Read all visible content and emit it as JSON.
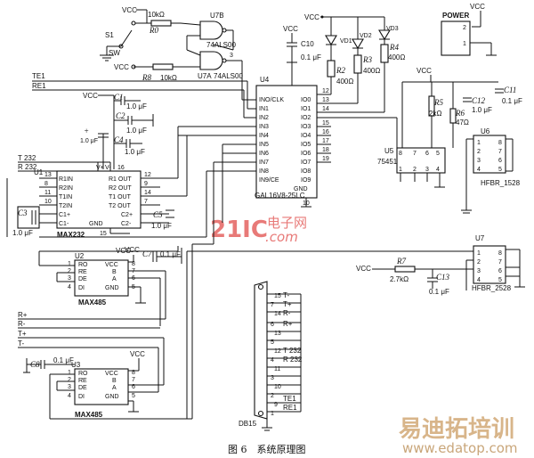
{
  "labels": {
    "vcc": "VCC",
    "gnd": "GND",
    "power": "POWER",
    "r0_val": "10kΩ",
    "r0": "R0",
    "r8": "R8",
    "r8_val": "10kΩ",
    "s1": "S1",
    "sw": "SW",
    "u7b": "U7B",
    "u7b_part": "74ALS00",
    "u7a": "U7A",
    "u7a_part": "74ALS00",
    "c10": "C10",
    "c10_val": "0.1 μF",
    "vd1": "VD1",
    "vd2": "VD2",
    "vd3": "VD3",
    "r2": "R2",
    "r2_val": "400Ω",
    "r3": "R3",
    "r3_val": "400Ω",
    "r4": "R4",
    "r4_val": "400Ω",
    "u4": "U4",
    "u4_part": "GAL16V8-25LC",
    "te1": "TE1",
    "re1": "RE1",
    "t232": "T 232",
    "r232": "R 232",
    "u1": "U1",
    "u1_part": "MAX232",
    "c1": "C1",
    "c2": "C2",
    "c3": "C3",
    "c4": "C4",
    "c5": "C5",
    "c_1uf": "1.0 μF",
    "r5": "R5",
    "r5_val": "2kΩ",
    "r6": "R6",
    "r6_val": "47Ω",
    "c11": "C11",
    "c11_val": "0.1 μF",
    "c12": "C12",
    "c12_val": "1.0 μF",
    "u5": "U5",
    "u5_part": "75451",
    "u6": "U6",
    "u6_part": "HFBR_1528",
    "u2": "U2",
    "u2_part": "MAX485",
    "u3": "U3",
    "u3_part": "MAX485",
    "c7": "C7",
    "c7_val": "0.1 μF",
    "c8": "C8",
    "c8_val": "0.1 μF",
    "u7": "U7",
    "u7_part": "HFBR_2528",
    "r7": "R7",
    "r7_val": "2.7kΩ",
    "c13": "C13",
    "c13_val": "0.1 μF",
    "db15": "DB15",
    "r_plus": "R+",
    "r_minus": "R-",
    "t_plus": "T+",
    "t_minus": "T-"
  },
  "u4_pins_left": [
    "INO/CLK",
    "IN1",
    "IN2",
    "IN3",
    "IN4",
    "IN5",
    "IN6",
    "IN7",
    "IN8",
    "IN9/CE"
  ],
  "u4_pins_right": [
    "IO0",
    "IO1",
    "IO2",
    "IO3",
    "IO4",
    "IO5",
    "IO6",
    "IO7",
    "IO8",
    "IO9"
  ],
  "u4_pin_numbers": [
    "12",
    "13",
    "14",
    "15",
    "16",
    "17",
    "18",
    "19"
  ],
  "u1_pins_left": [
    "R1IN",
    "R2IN",
    "T1IN",
    "T2IN",
    "C1+",
    "C1-"
  ],
  "u1_pins_right": [
    "R1 OUT",
    "R2 OUT",
    "T1 OUT",
    "T2 OUT",
    "C2+",
    "C2-"
  ],
  "max485_pins_left": [
    "RO",
    "RE",
    "DE",
    "DI"
  ],
  "max485_pins_right": [
    "VCC",
    "B",
    "A",
    "GND"
  ],
  "db15_pins": [
    {
      "num": "15",
      "label": "T-"
    },
    {
      "num": "7",
      "label": "T+"
    },
    {
      "num": "14",
      "label": "R-"
    },
    {
      "num": "6",
      "label": "R+"
    },
    {
      "num": "13",
      "label": ""
    },
    {
      "num": "5",
      "label": ""
    },
    {
      "num": "12",
      "label": "T 232"
    },
    {
      "num": "4",
      "label": "R 232"
    },
    {
      "num": "11",
      "label": ""
    },
    {
      "num": "3",
      "label": ""
    },
    {
      "num": "10",
      "label": ""
    },
    {
      "num": "2",
      "label": "TE1"
    },
    {
      "num": "9",
      "label": "RE1"
    },
    {
      "num": "1",
      "label": ""
    }
  ],
  "watermark": {
    "logo_a": "21IC",
    "logo_b": "电子网",
    "logo_c": ".com",
    "site_cn": "易迪拓培训",
    "site_url": "www.edatop.com"
  },
  "caption": "图 6　系统原理图"
}
